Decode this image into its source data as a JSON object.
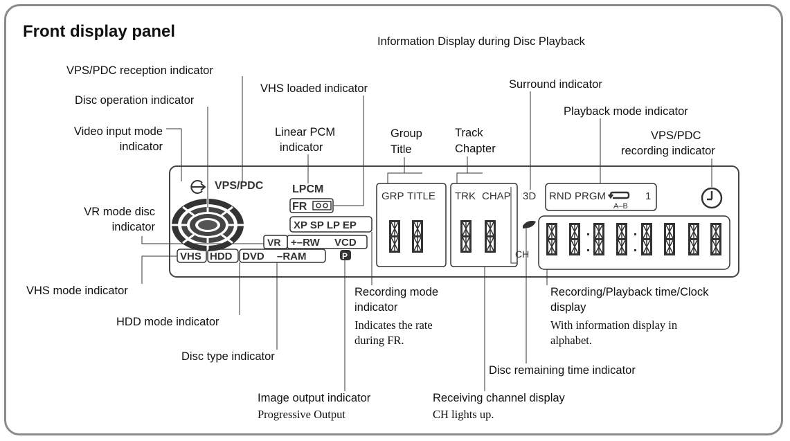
{
  "title": "Front display panel",
  "subtitle": "Information Display during Disc Playback",
  "display": {
    "vps_pdc": "VPS/PDC",
    "lpcm": "LPCM",
    "fr": "FR",
    "rec_modes": "XP SP LP EP",
    "vr": "VR",
    "plus_minus_rw": "+–RW",
    "vcd": "VCD",
    "vhs": "VHS",
    "hdd": "HDD",
    "dvd": "DVD",
    "minus_ram": "–RAM",
    "p": "P",
    "grp": "GRP",
    "title_word": "TITLE",
    "trk": "TRK",
    "chap": "CHAP",
    "three_d": "3D",
    "rnd": "RND",
    "prgm": "PRGM",
    "repeat_one": "1",
    "a_b": "A–B",
    "ch": "CH"
  },
  "labels": {
    "vps_pdc_reception": "VPS/PDC reception indicator",
    "disc_operation": "Disc operation indicator",
    "video_input_1": "Video input mode",
    "video_input_2": "indicator",
    "vhs_loaded": "VHS loaded indicator",
    "linear_pcm_1": "Linear PCM",
    "linear_pcm_2": "indicator",
    "group_title_1": "Group",
    "group_title_2": "Title",
    "track_chapter_1": "Track",
    "track_chapter_2": "Chapter",
    "surround": "Surround indicator",
    "playback_mode": "Playback mode indicator",
    "vps_pdc_rec_1": "VPS/PDC",
    "vps_pdc_rec_2": "recording indicator",
    "vr_mode_1": "VR mode disc",
    "vr_mode_2": "indicator",
    "vhs_mode": "VHS mode indicator",
    "hdd_mode": "HDD mode indicator",
    "disc_type": "Disc type indicator",
    "recording_mode_1": "Recording mode",
    "recording_mode_2": "indicator",
    "recording_mode_note_1": "Indicates the rate",
    "recording_mode_note_2": "during FR.",
    "rec_time_1": "Recording/Playback time/Clock",
    "rec_time_2": "display",
    "rec_time_note_1": "With information display in",
    "rec_time_note_2": "alphabet.",
    "disc_remaining": "Disc remaining time indicator",
    "image_output": "Image output indicator",
    "image_output_note": "Progressive Output",
    "receiving_channel": "Receiving channel display",
    "receiving_channel_note": "CH lights up."
  }
}
